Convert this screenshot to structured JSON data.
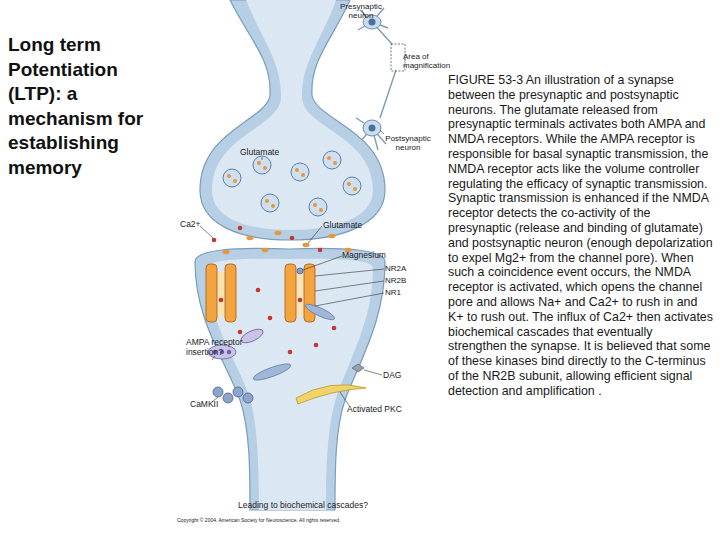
{
  "diagram": {
    "title": "Long term Potentiation (LTP): a mechanism for establishing memory",
    "caption": "FIGURE 53-3 An illustration of a synapse between the presynaptic and postsynaptic neurons. The glutamate released from presynaptic terminals activates both AMPA and NMDA receptors. While the AMPA receptor is responsible for basal synaptic transmission, the NMDA receptor acts like the volume controller regulating the efficacy of synaptic transmission. Synaptic transmission is enhanced if the NMDA receptor detects the co-activity of the presynaptic (release and binding of glutamate) and postsynaptic neuron (enough depolarization to expel Mg2+ from the channel pore). When such a coincidence event occurs, the NMDA receptor is activated, which opens the channel pore and allows Na+ and Ca2+ to rush in and K+ to rush out. The influx of Ca2+ then activates biochemical cascades that eventually strengthen the synapse. It is believed that some of these kinases bind directly to the C-terminus of the NR2B subunit, allowing efficient signal detection and amplification .",
    "labels": [
      "Presynaptic neuron",
      "Area of magnification",
      "Postsynaptic neuron",
      "Glutamate",
      "Ca2+",
      "Glutamate",
      "Magnesium",
      "NR2A",
      "NR2B",
      "NR1",
      "AMPA receptor insertion?",
      "CaMKII",
      "DAG",
      "Activated PKC",
      "Leading to biochemical cascades?",
      "Copyright © 2004, American Society for Neuroscience. All rights reserved."
    ]
  }
}
